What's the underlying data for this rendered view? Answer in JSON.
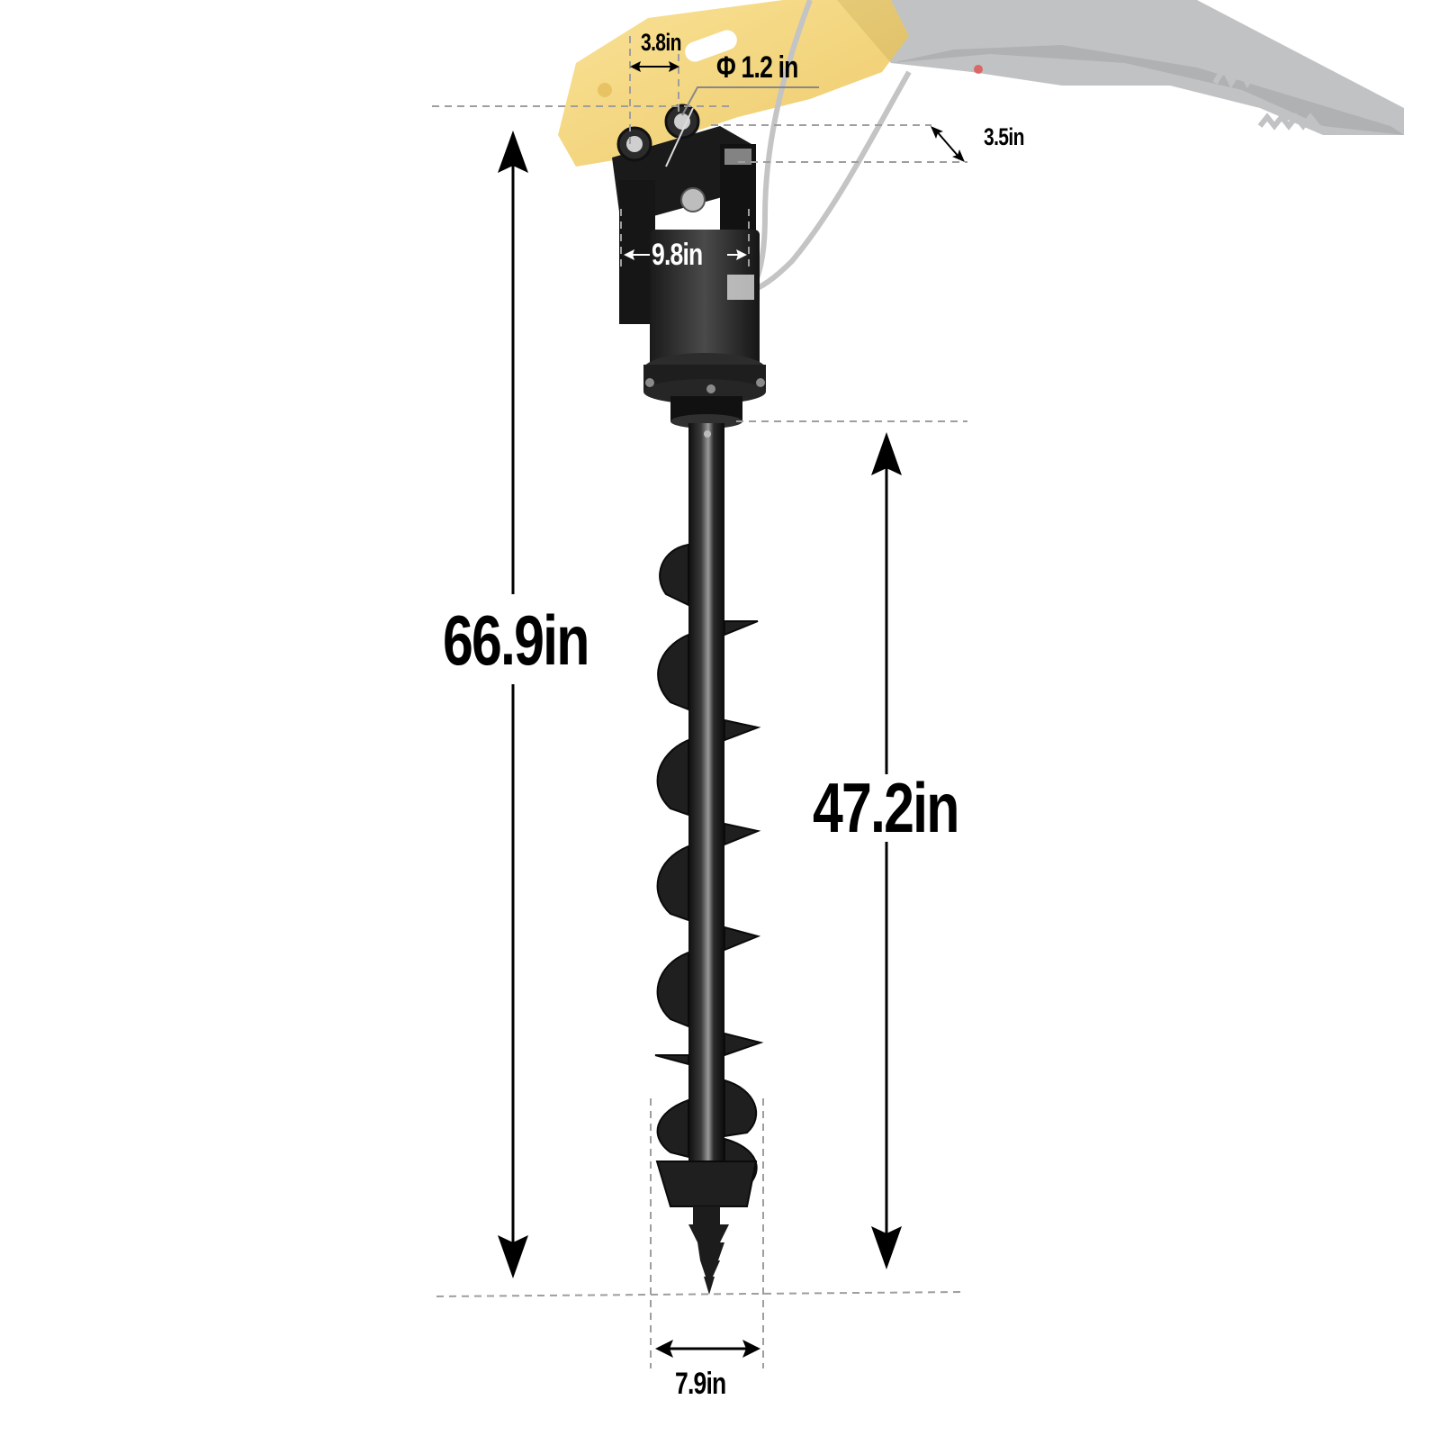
{
  "image": {
    "subject": "Hydraulic earth auger attachment with mounting bracket on excavator arm",
    "background_color": "#ffffff",
    "colors": {
      "attachment_yellow": "#f2c94c",
      "excavator_arm_grey": "#b9bcbd",
      "auger_black": "#1c1c1c",
      "dimension_line": "#000000",
      "dashed_guide": "#9e9e9e",
      "hose_grey": "#c8c8c8",
      "red_indicator": "#e05050"
    }
  },
  "dimensions": {
    "overall_length": {
      "label": "66.9in",
      "value": 66.9,
      "unit": "in"
    },
    "auger_length": {
      "label": "47.2in",
      "value": 47.2,
      "unit": "in"
    },
    "auger_diameter": {
      "label": "7.9in",
      "value": 7.9,
      "unit": "in"
    },
    "bracket_width": {
      "label": "9.8in",
      "value": 9.8,
      "unit": "in"
    },
    "pin_spacing": {
      "label": "3.8in",
      "value": 3.8,
      "unit": "in"
    },
    "pin_diameter": {
      "label": "Φ 1.2 in",
      "value": 1.2,
      "unit": "in"
    },
    "bracket_height": {
      "label": "3.5in",
      "value": 3.5,
      "unit": "in"
    }
  }
}
